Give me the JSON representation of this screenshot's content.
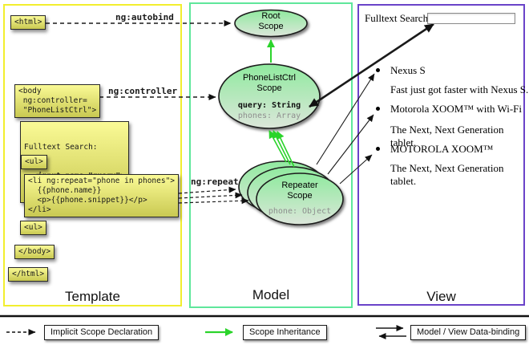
{
  "columns": {
    "template": {
      "label": "Template"
    },
    "model": {
      "label": "Model"
    },
    "view": {
      "label": "View"
    }
  },
  "template_notes": {
    "html_open": "<html>",
    "body_open": "<body\n ng:controller=\n \"PhoneListCtrl\">",
    "fulltext_line1": "Fulltext Search:",
    "fulltext_line2": "  <input name=\"query\">",
    "ul_open": "<ul>",
    "li_repeat": "<li ng:repeat=\"phone in phones\">\n  {{phone.name}}\n  <p>{{phone.snippet}}</p>\n</li>",
    "ul_close": "<ul>",
    "body_close": "</body>",
    "html_close": "</html>"
  },
  "arrow_labels": {
    "autobind": "ng:autobind",
    "controller": "ng:controller",
    "repeat": "ng:repeat"
  },
  "model": {
    "root_scope": {
      "line1": "Root",
      "line2": "Scope"
    },
    "phonelistctrl": {
      "line1": "PhoneListCtrl",
      "line2": "Scope",
      "prop1": "query: String",
      "prop2": "phones: Array"
    },
    "repeater": {
      "line1": "Repeater",
      "line2": "Scope",
      "prop1": "phone: Object"
    }
  },
  "view": {
    "search_label": "Fulltext Search:",
    "search_value": "",
    "items": [
      {
        "title": "Nexus S",
        "desc": "Fast just got faster with Nexus S."
      },
      {
        "title": "Motorola XOOM™ with Wi-Fi",
        "desc": "The Next, Next Generation tablet."
      },
      {
        "title": "MOTOROLA XOOM™",
        "desc": "The Next, Next Generation tablet."
      }
    ]
  },
  "legend": {
    "implicit": "Implicit Scope Declaration",
    "inheritance": "Scope Inheritance",
    "databinding": "Model / View Data-binding"
  },
  "colors": {
    "template_border": "#f2ee2e",
    "model_border": "#5fe79b",
    "view_border": "#6a43c9",
    "green_arrow": "#2bd42b",
    "ellipse_top": "#90ea9f",
    "ellipse_bottom": "#dce6da",
    "note_top": "#fafa96",
    "note_bottom": "#c9c952"
  }
}
